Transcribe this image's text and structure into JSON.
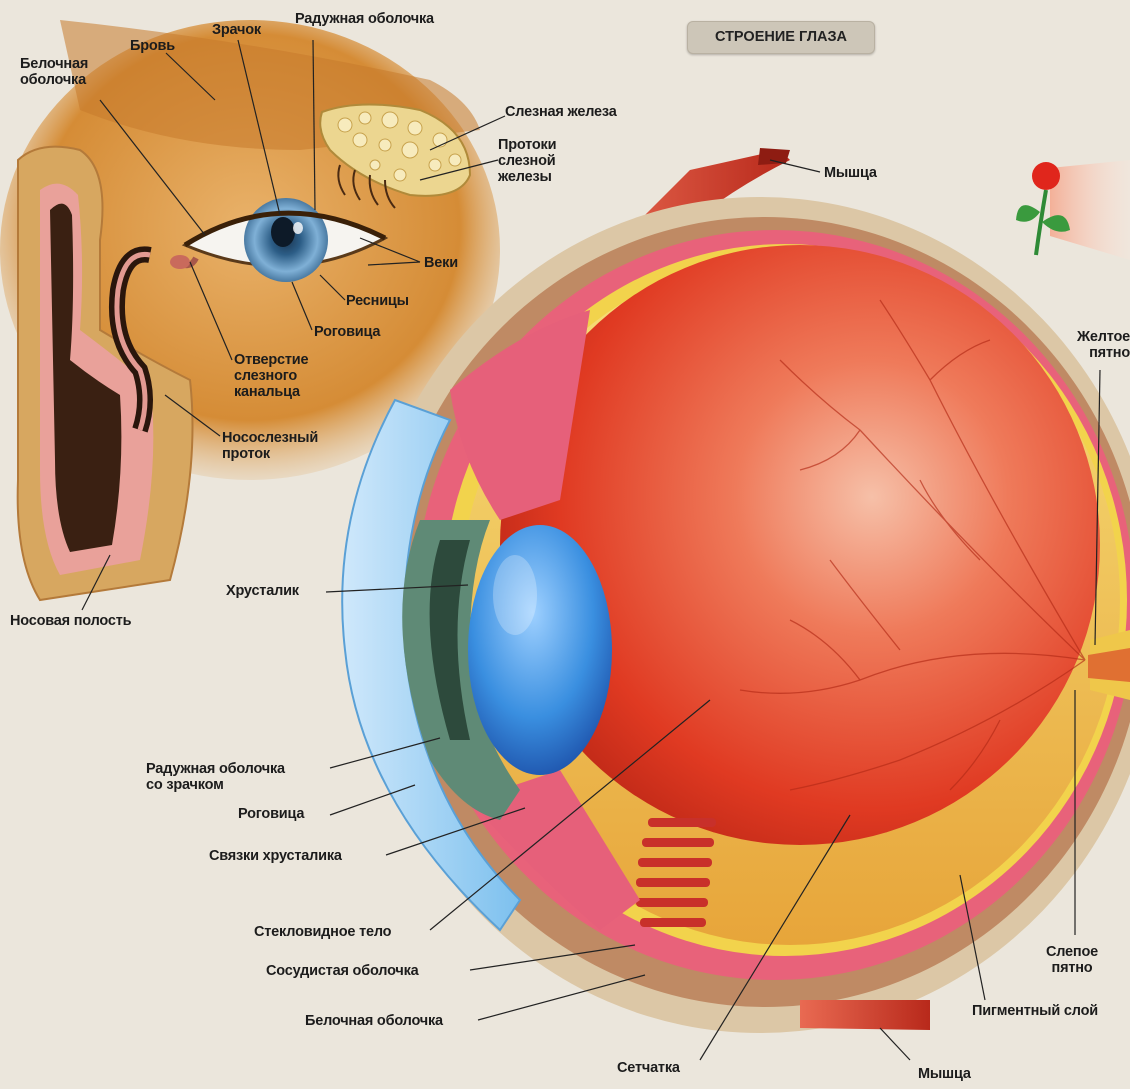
{
  "title": "СТРОЕНИЕ ГЛАЗА",
  "colors": {
    "background": "#ebe6dc",
    "vitreous": "#e2412b",
    "lens": "#3a8fe0",
    "sclera": "#d9c5a8",
    "muscle": "#c83a2a",
    "skin": "#d98f3c"
  },
  "labels": {
    "brow": "Бровь",
    "pupil_top": "Зрачок",
    "iris_top": "Радужная оболочка",
    "sclera_top": "Белочная\nоболочка",
    "lacrimal_gland": "Слезная железа",
    "gland_ducts": "Протоки\nслезной\nжелезы",
    "muscle_top": "Мышца",
    "eyelids": "Веки",
    "eyelashes": "Ресницы",
    "cornea_top": "Роговица",
    "lacrimal_opening": "Отверстие\nслезного\nканальца",
    "nasolacrimal_duct": "Носослезный\nпроток",
    "nasal_cavity": "Носовая полость",
    "yellow_spot": "Желтое\nпятно",
    "lens": "Хрусталик",
    "iris_pupil": "Радужная оболочка\nсо зрачком",
    "cornea": "Роговица",
    "lens_ligaments": "Связки хрусталика",
    "vitreous_body": "Стекловидное тело",
    "choroid": "Сосудистая оболочка",
    "sclera": "Белочная оболочка",
    "retina": "Сетчатка",
    "muscle_bottom": "Мышца",
    "blind_spot": "Слепое\nпятно",
    "pigment_layer": "Пигментный слой"
  }
}
